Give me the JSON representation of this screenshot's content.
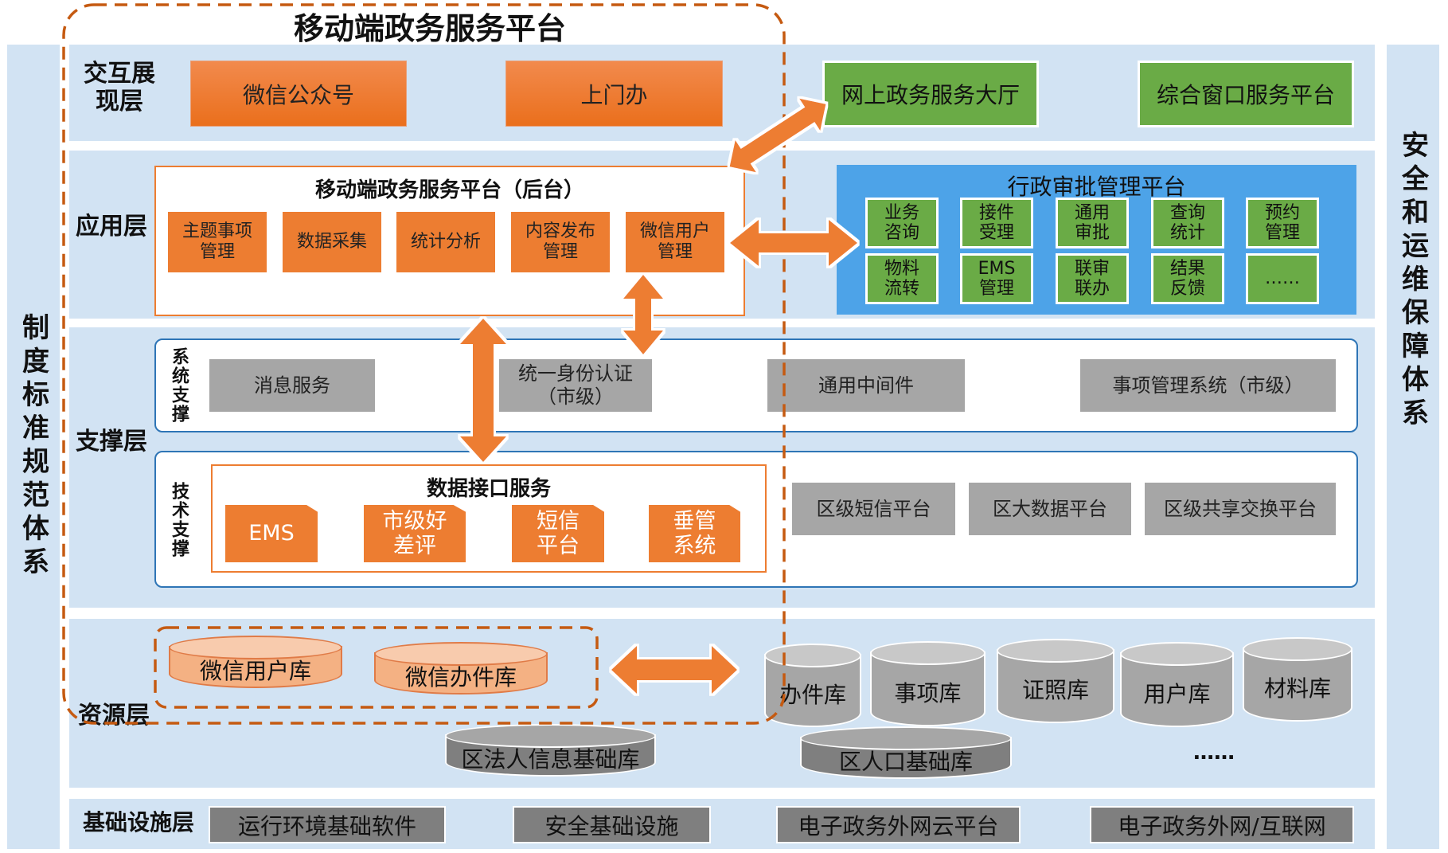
{
  "title": "移动端政务服务平台",
  "left_sidebar": {
    "label": "制度标准规范体系"
  },
  "right_sidebar": {
    "label": "安全和运维保障体系"
  },
  "layers": {
    "interaction": {
      "label": "交互展现层",
      "label_lines": [
        "交互展",
        "现层"
      ],
      "mobile_items": [
        "微信公众号",
        "上门办"
      ],
      "other_items": [
        "网上政务服务大厅",
        "综合窗口服务平台"
      ]
    },
    "application": {
      "label": "应用层",
      "backend_title": "移动端政务服务平台（后台）",
      "backend_items": [
        {
          "line1": "主题事项",
          "line2": "管理"
        },
        {
          "line1": "数据采集",
          "line2": ""
        },
        {
          "line1": "统计分析",
          "line2": ""
        },
        {
          "line1": "内容发布",
          "line2": "管理"
        },
        {
          "line1": "微信用户",
          "line2": "管理"
        }
      ],
      "approval_title": "行政审批管理平台",
      "approval_items": [
        {
          "line1": "业务",
          "line2": "咨询"
        },
        {
          "line1": "接件",
          "line2": "受理"
        },
        {
          "line1": "通用",
          "line2": "审批"
        },
        {
          "line1": "查询",
          "line2": "统计"
        },
        {
          "line1": "预约",
          "line2": "管理"
        },
        {
          "line1": "物料",
          "line2": "流转"
        },
        {
          "line1": "EMS",
          "line2": "管理"
        },
        {
          "line1": "联审",
          "line2": "联办"
        },
        {
          "line1": "结果",
          "line2": "反馈"
        },
        {
          "line1": "……",
          "line2": ""
        }
      ]
    },
    "support": {
      "label": "支撑层",
      "system_support_label": "系统支撑",
      "system_items": [
        {
          "line1": "消息服务",
          "line2": ""
        },
        {
          "line1": "统一身份认证",
          "line2": "（市级）"
        },
        {
          "line1": "通用中间件",
          "line2": ""
        },
        {
          "line1": "事项管理系统（市级）",
          "line2": ""
        }
      ],
      "tech_support_label": "技术支撑",
      "data_interface_title": "数据接口服务",
      "data_interface_items": [
        {
          "line1": "EMS",
          "line2": ""
        },
        {
          "line1": "市级好",
          "line2": "差评"
        },
        {
          "line1": "短信",
          "line2": "平台"
        },
        {
          "line1": "垂管",
          "line2": "系统"
        }
      ],
      "tech_items": [
        "区级短信平台",
        "区大数据平台",
        "区级共享交换平台"
      ]
    },
    "resource": {
      "label": "资源层",
      "mobile_dbs": [
        "微信用户库",
        "微信办件库"
      ],
      "dbs": [
        "办件库",
        "事项库",
        "证照库",
        "用户库",
        "材料库"
      ],
      "base_dbs": [
        "区法人信息基础库",
        "区人口基础库"
      ],
      "more": "……"
    },
    "infrastructure": {
      "label": "基础设施层",
      "items": [
        "运行环境基础软件",
        "安全基础设施",
        "电子政务外网云平台",
        "电子政务外网/互联网"
      ]
    }
  },
  "colors": {
    "band": "#d2e3f3",
    "orange": "#ed7d31",
    "green": "#6aab46",
    "blue": "#4da3e8",
    "gray": "#a6a6a6",
    "dark_gray": "#7f7f7f",
    "dashed": "#c55a11"
  }
}
